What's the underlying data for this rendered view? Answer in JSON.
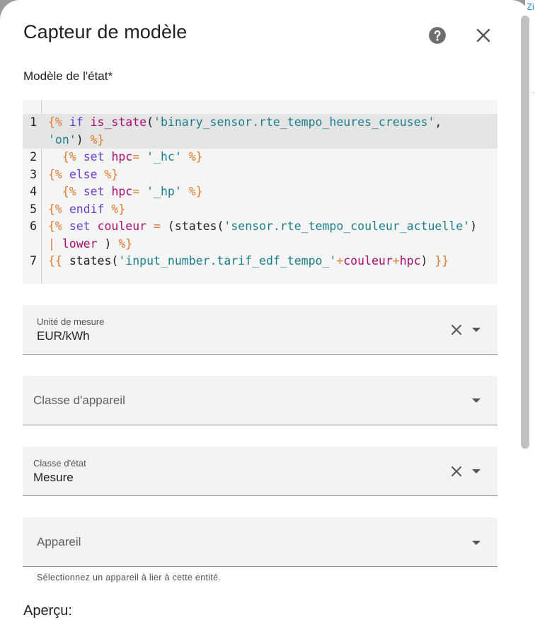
{
  "background": {
    "partial_text": "Zi"
  },
  "dialog": {
    "title": "Capteur de modèle",
    "help_icon": "help-circle-icon",
    "close_icon": "close-icon"
  },
  "template": {
    "label": "Modèle de l'état*",
    "lines": [
      {
        "n": "1",
        "parts": [
          {
            "t": "{% ",
            "c": "delim"
          },
          {
            "t": "if ",
            "c": "kw"
          },
          {
            "t": "is_state",
            "c": "var"
          },
          {
            "t": "(",
            "c": "plain"
          },
          {
            "t": "'binary_sensor.rte_tempo_heures_creuses'",
            "c": "str"
          },
          {
            "t": ",",
            "c": "plain"
          }
        ]
      },
      {
        "n": "",
        "parts": [
          {
            "t": "'on'",
            "c": "str"
          },
          {
            "t": ") ",
            "c": "plain"
          },
          {
            "t": "%}",
            "c": "delim"
          }
        ]
      },
      {
        "n": "2",
        "parts": [
          {
            "t": "  ",
            "c": "plain"
          },
          {
            "t": "{% ",
            "c": "delim"
          },
          {
            "t": "set ",
            "c": "kw"
          },
          {
            "t": "hpc",
            "c": "var"
          },
          {
            "t": "= ",
            "c": "op"
          },
          {
            "t": "'_hc'",
            "c": "str"
          },
          {
            "t": " %}",
            "c": "delim"
          }
        ]
      },
      {
        "n": "3",
        "parts": [
          {
            "t": "{% ",
            "c": "delim"
          },
          {
            "t": "else ",
            "c": "kw"
          },
          {
            "t": "%}",
            "c": "delim"
          }
        ]
      },
      {
        "n": "4",
        "parts": [
          {
            "t": "  ",
            "c": "plain"
          },
          {
            "t": "{% ",
            "c": "delim"
          },
          {
            "t": "set ",
            "c": "kw"
          },
          {
            "t": "hpc",
            "c": "var"
          },
          {
            "t": "= ",
            "c": "op"
          },
          {
            "t": "'_hp'",
            "c": "str"
          },
          {
            "t": " %}",
            "c": "delim"
          }
        ]
      },
      {
        "n": "5",
        "parts": [
          {
            "t": "{% ",
            "c": "delim"
          },
          {
            "t": "endif ",
            "c": "kw"
          },
          {
            "t": "%}",
            "c": "delim"
          }
        ]
      },
      {
        "n": "6",
        "parts": [
          {
            "t": "{% ",
            "c": "delim"
          },
          {
            "t": "set ",
            "c": "kw"
          },
          {
            "t": "couleur ",
            "c": "var"
          },
          {
            "t": "= ",
            "c": "op"
          },
          {
            "t": "(states(",
            "c": "plain"
          },
          {
            "t": "'sensor.rte_tempo_couleur_actuelle'",
            "c": "str"
          },
          {
            "t": ")",
            "c": "plain"
          }
        ]
      },
      {
        "n": "",
        "parts": [
          {
            "t": "| ",
            "c": "op"
          },
          {
            "t": "lower ",
            "c": "var"
          },
          {
            "t": ") ",
            "c": "plain"
          },
          {
            "t": "%}",
            "c": "delim"
          }
        ]
      },
      {
        "n": "7",
        "parts": [
          {
            "t": "{{ ",
            "c": "delim"
          },
          {
            "t": "states(",
            "c": "plain"
          },
          {
            "t": "'input_number.tarif_edf_tempo_'",
            "c": "str"
          },
          {
            "t": "+",
            "c": "op"
          },
          {
            "t": "couleur",
            "c": "var"
          },
          {
            "t": "+",
            "c": "op"
          },
          {
            "t": "hpc",
            "c": "var"
          },
          {
            "t": ") ",
            "c": "plain"
          },
          {
            "t": "}}",
            "c": "delim"
          }
        ]
      }
    ]
  },
  "fields": {
    "unit": {
      "label": "Unité de mesure",
      "value": "EUR/kWh"
    },
    "device_class": {
      "placeholder": "Classe d'appareil"
    },
    "state_class": {
      "label": "Classe d'état",
      "value": "Mesure"
    },
    "device": {
      "placeholder": "Appareil",
      "helper": "Sélectionnez un appareil à lier à cette entité."
    }
  },
  "preview": {
    "title": "Aperçu:"
  },
  "colors": {
    "delimiter": "#e07c2f",
    "keyword": "#6a3fd0",
    "variable": "#aa0d6f",
    "string": "#1a7f8a"
  }
}
